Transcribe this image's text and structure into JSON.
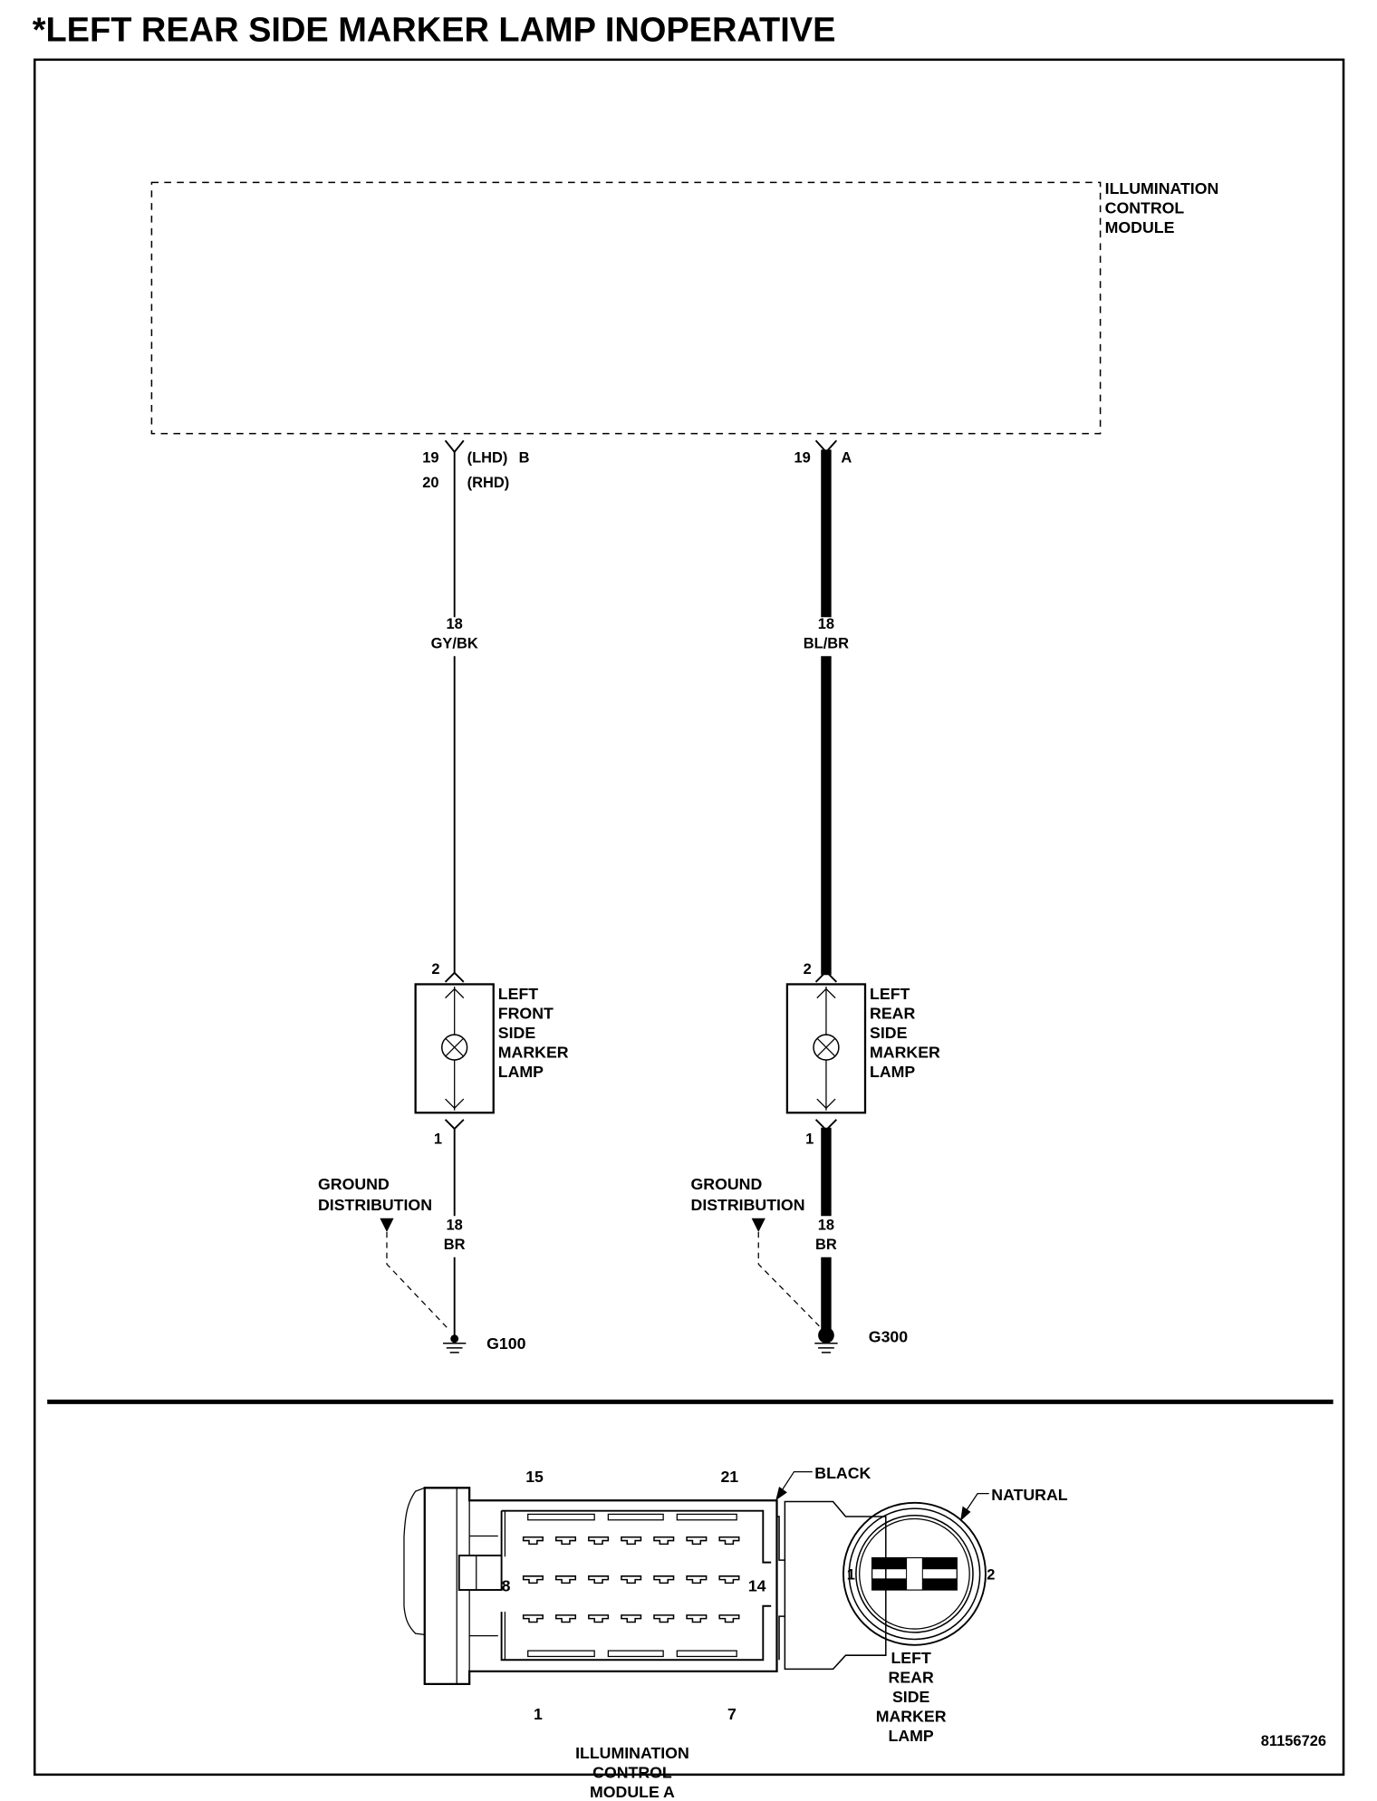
{
  "title": "*LEFT REAR SIDE MARKER LAMP INOPERATIVE",
  "module": {
    "name_lines": [
      "ILLUMINATION",
      "CONTROL",
      "MODULE"
    ]
  },
  "circuits": [
    {
      "id": "left-front",
      "module_pins": [
        {
          "pin": "19",
          "note": "(LHD)",
          "connector": "B"
        },
        {
          "pin": "20",
          "note": "(RHD)",
          "connector": ""
        }
      ],
      "wire_upper": {
        "gauge": "18",
        "color": "GY/BK"
      },
      "lamp_pin_top": "2",
      "lamp_pin_bottom": "1",
      "lamp_label_lines": [
        "LEFT",
        "FRONT",
        "SIDE",
        "MARKER",
        "LAMP"
      ],
      "ground_distribution_lines": [
        "GROUND",
        "DISTRIBUTION"
      ],
      "wire_lower": {
        "gauge": "18",
        "color": "BR"
      },
      "ground": "G100",
      "highlighted": false
    },
    {
      "id": "left-rear",
      "module_pins": [
        {
          "pin": "19",
          "note": "",
          "connector": "A"
        }
      ],
      "wire_upper": {
        "gauge": "18",
        "color": "BL/BR"
      },
      "lamp_pin_top": "2",
      "lamp_pin_bottom": "1",
      "lamp_label_lines": [
        "LEFT",
        "REAR",
        "SIDE",
        "MARKER",
        "LAMP"
      ],
      "ground_distribution_lines": [
        "GROUND",
        "DISTRIBUTION"
      ],
      "wire_lower": {
        "gauge": "18",
        "color": "BR"
      },
      "ground": "G300",
      "highlighted": true
    }
  ],
  "connector_views": {
    "module_connector": {
      "color_label": "BLACK",
      "pin_labels": {
        "top_left": "15",
        "top_right": "21",
        "mid_left": "8",
        "mid_right": "14",
        "bottom_left": "1",
        "bottom_right": "7"
      },
      "name_lines": [
        "ILLUMINATION",
        "CONTROL",
        "MODULE A"
      ]
    },
    "lamp_connector": {
      "color_label": "NATURAL",
      "pin_left": "1",
      "pin_right": "2",
      "name_lines": [
        "LEFT",
        "REAR",
        "SIDE",
        "MARKER",
        "LAMP"
      ]
    }
  },
  "figure_id": "81156726"
}
